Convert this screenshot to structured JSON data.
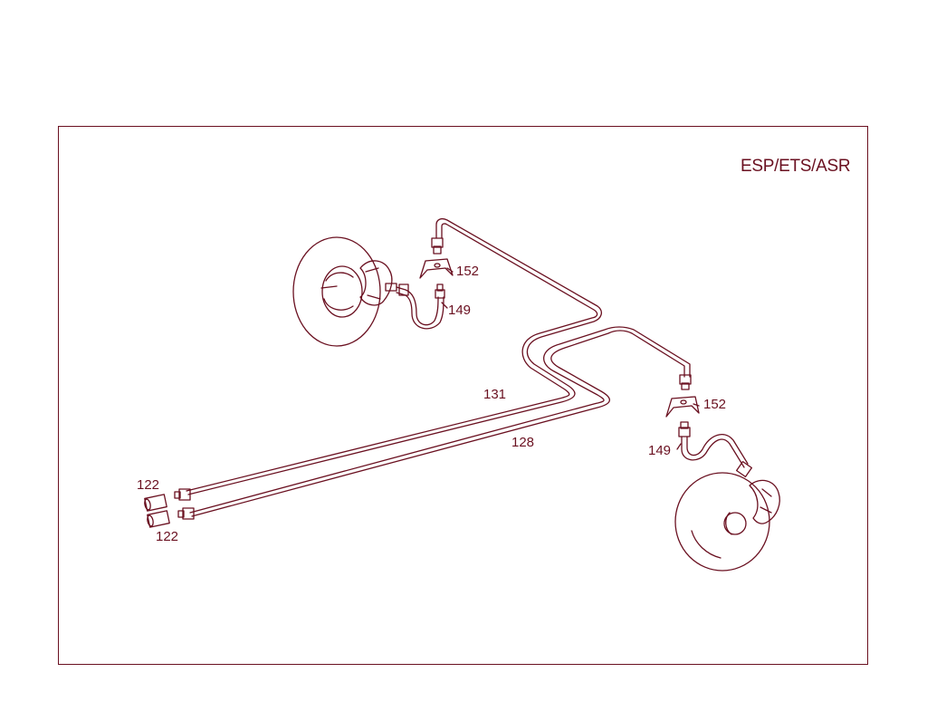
{
  "diagram": {
    "title": "ESP/ETS/ASR",
    "callouts": {
      "c152_upper": "152",
      "c149_upper": "149",
      "c131": "131",
      "c128": "128",
      "c152_lower": "152",
      "c149_lower": "149",
      "c122_upper": "122",
      "c122_lower": "122"
    },
    "colors": {
      "line": "#6a1020",
      "background": "#ffffff"
    }
  }
}
